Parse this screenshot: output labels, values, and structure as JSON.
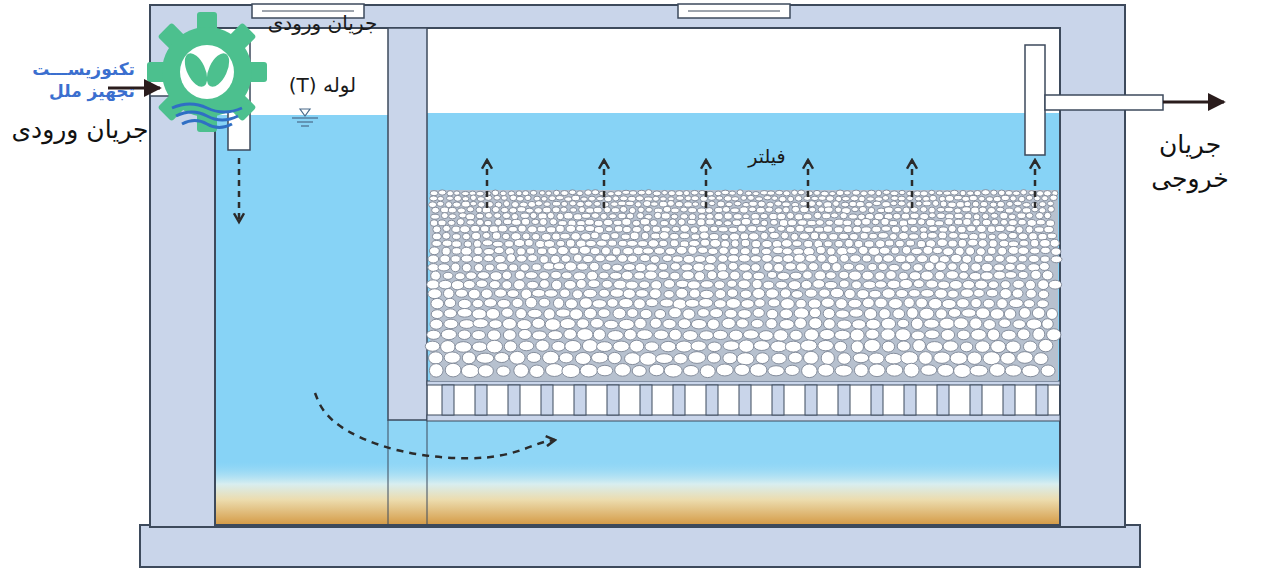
{
  "diagram": {
    "nodes": [
      {
        "text": [
          "جریان ورودی لوله (T)"
        ]
      },
      {
        "text": [
          "فیلتر"
        ]
      }
    ],
    "edges": [
      {
        "from": 0,
        "to": 1,
        "arrow": "to"
      }
    ],
    "labels": [
      "جریان ورودی",
      "جریان خروجی",
      "تکنوزیســـت",
      "تجهیز ملل"
    ]
  }
}
